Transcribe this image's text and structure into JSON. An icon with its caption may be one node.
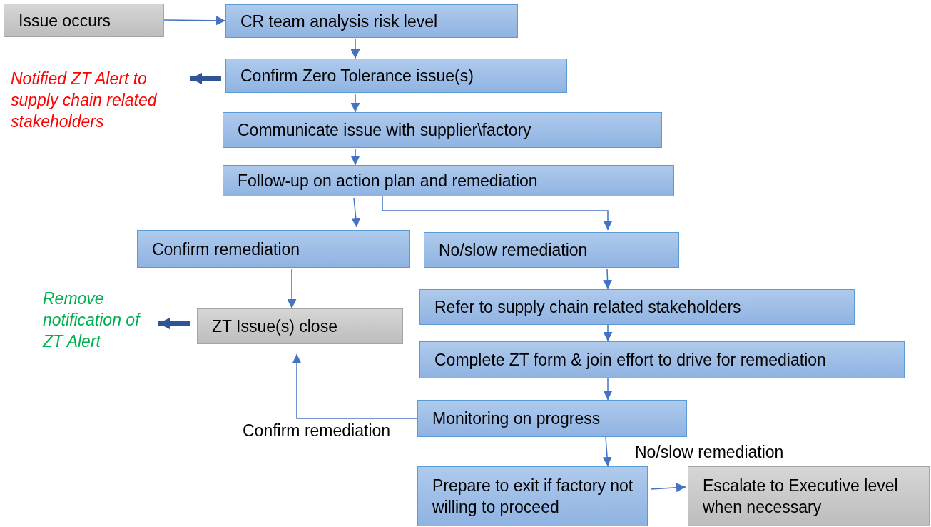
{
  "diagram": {
    "nodes": [
      {
        "text": [
          "Issue occurs"
        ]
      },
      {
        "text": [
          "CR team analysis risk level"
        ]
      },
      {
        "text": [
          "Confirm Zero Tolerance issue(s)"
        ]
      },
      {
        "text": [
          "Communicate issue with supplier\\factory"
        ]
      },
      {
        "text": [
          "Follow-up on action plan and remediation"
        ]
      },
      {
        "text": [
          "Confirm remediation"
        ]
      },
      {
        "text": [
          "No/slow remediation"
        ]
      },
      {
        "text": [
          "ZT Issue(s) close"
        ]
      },
      {
        "text": [
          "Refer to supply chain related stakeholders"
        ]
      },
      {
        "text": [
          "Complete ZT form & join effort to drive for remediation"
        ]
      },
      {
        "text": [
          "Monitoring on progress"
        ]
      },
      {
        "text": [
          "Prepare to exit if factory not willing to proceed"
        ]
      },
      {
        "text": [
          "Escalate to Executive level when necessary"
        ]
      },
      {
        "text": [
          "Notified ZT Alert to supply chain related stakeholders"
        ]
      },
      {
        "text": [
          "Remove notification of ZT Alert"
        ]
      }
    ],
    "edges": [
      {
        "from": 0,
        "to": 1,
        "arrow": "to"
      },
      {
        "from": 1,
        "to": 2,
        "arrow": "to"
      },
      {
        "from": 2,
        "to": 3,
        "arrow": "to"
      },
      {
        "from": 3,
        "to": 4,
        "arrow": "to"
      },
      {
        "from": 4,
        "to": 5,
        "arrow": "to"
      },
      {
        "from": 4,
        "to": 6,
        "arrow": "to"
      },
      {
        "from": 5,
        "to": 7,
        "arrow": "to"
      },
      {
        "from": 6,
        "to": 8,
        "arrow": "to"
      },
      {
        "from": 8,
        "to": 9,
        "arrow": "to"
      },
      {
        "from": 9,
        "to": 10,
        "arrow": "to"
      },
      {
        "from": 10,
        "to": 7,
        "arrow": "to",
        "label": "Confirm remediation"
      },
      {
        "from": 10,
        "to": 11,
        "arrow": "to",
        "label": "No/slow remediation"
      },
      {
        "from": 11,
        "to": 12,
        "arrow": "to"
      },
      {
        "from": 2,
        "to": 13,
        "arrow": "to",
        "style": "thick",
        "color": "#2f5597"
      },
      {
        "from": 7,
        "to": 14,
        "arrow": "to",
        "style": "thick",
        "color": "#2f5597"
      }
    ]
  }
}
